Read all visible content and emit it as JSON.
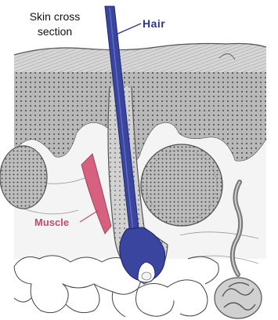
{
  "diagram": {
    "title_lines": [
      "Skin cross",
      "section"
    ],
    "labels": {
      "hair": "Hair",
      "muscle": "Muscle"
    },
    "colors": {
      "hair": "#3a45a0",
      "hair_outline": "#222a6e",
      "hair_label": "#2c3590",
      "muscle": "#d8607e",
      "muscle_label": "#c94a6a",
      "epidermis": "#c9c9c9",
      "dermis": "#9c9c9c",
      "dots": "#3a3a3a",
      "line": "#555555"
    }
  }
}
